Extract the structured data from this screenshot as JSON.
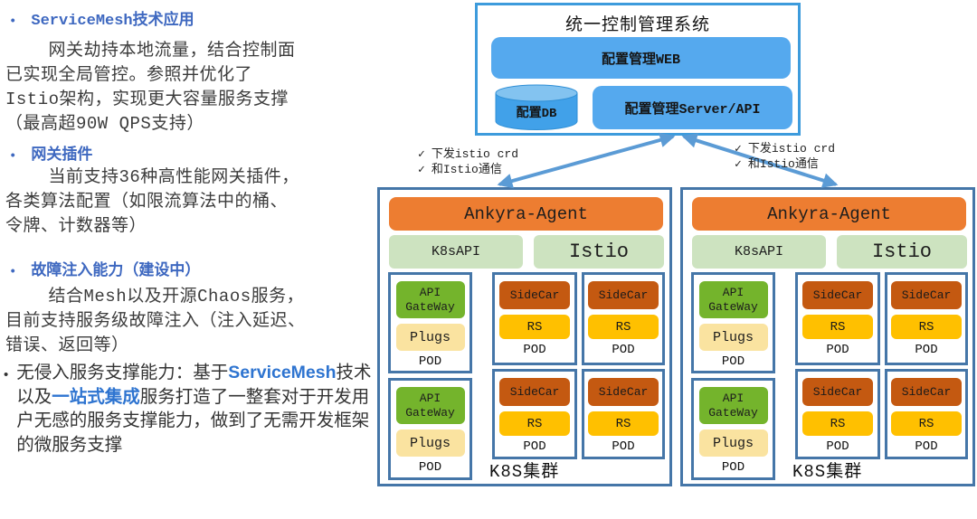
{
  "text_column": {
    "bullet_char": "•",
    "sections": [
      {
        "heading": "ServiceMesh技术应用",
        "body": "网关劫持本地流量，结合控制面\n已实现全局管控。参照并优化了\nIstio架构，实现更大容量服务支撑\n（最高超90W QPS支持）"
      },
      {
        "heading": "网关插件",
        "body": "当前支持36种高性能网关插件，\n各类算法配置（如限流算法中的桶、\n令牌、计数器等）"
      },
      {
        "heading": "故障注入能力（建设中）",
        "body": "结合Mesh以及开源Chaos服务，\n目前支持服务级故障注入（注入延迟、\n错误、返回等）"
      }
    ],
    "final_bullet": {
      "parts": [
        {
          "text": "无侵入服务支撑能力：基于",
          "emphasis": false
        },
        {
          "text": "ServiceMesh",
          "emphasis": true
        },
        {
          "text": "技术以及",
          "emphasis": false
        },
        {
          "text": "一站式集成",
          "emphasis": true
        },
        {
          "text": "服务打造了一整套对于开发用户无感的服务支撑能力，做到了无需开发框架的微服务支撑",
          "emphasis": false
        }
      ]
    }
  },
  "diagram": {
    "control_panel": {
      "title": "统一控制管理系统",
      "web_label": "配置管理WEB",
      "db_label": "配置DB",
      "server_label": "配置管理Server/API"
    },
    "callouts": [
      {
        "check": "✓",
        "lines": [
          "下发istio crd",
          "和Istio通信"
        ]
      },
      {
        "check": "✓",
        "lines": [
          "下发istio crd",
          "和Istio通信"
        ]
      }
    ],
    "clusters": [
      {
        "agent": "Ankyra-Agent",
        "k8s_api": "K8sAPI",
        "istio": "Istio",
        "label": "K8S集群"
      },
      {
        "agent": "Ankyra-Agent",
        "k8s_api": "K8sAPI",
        "istio": "Istio",
        "label": "K8S集群"
      }
    ],
    "pod_labels": {
      "api_gateway": "API GateWay",
      "plugs": "Plugs",
      "sidecar": "SideCar",
      "rs": "RS",
      "pod": "POD"
    },
    "colors": {
      "heading_blue": "#3E68C0",
      "emphasis_blue": "#2E74D0",
      "panel_border": "#3D9BDC",
      "panel_box_blue": "#55A9EE",
      "arrow_blue": "#5B9BD5",
      "cluster_border": "#4576A8",
      "agent_orange": "#ED7D31",
      "light_green": "#CDE3C0",
      "gateway_green": "#74B42C",
      "plugs_cream": "#FAE3A0",
      "sidecar_brown": "#C45911",
      "rs_gold": "#FFC000"
    }
  }
}
